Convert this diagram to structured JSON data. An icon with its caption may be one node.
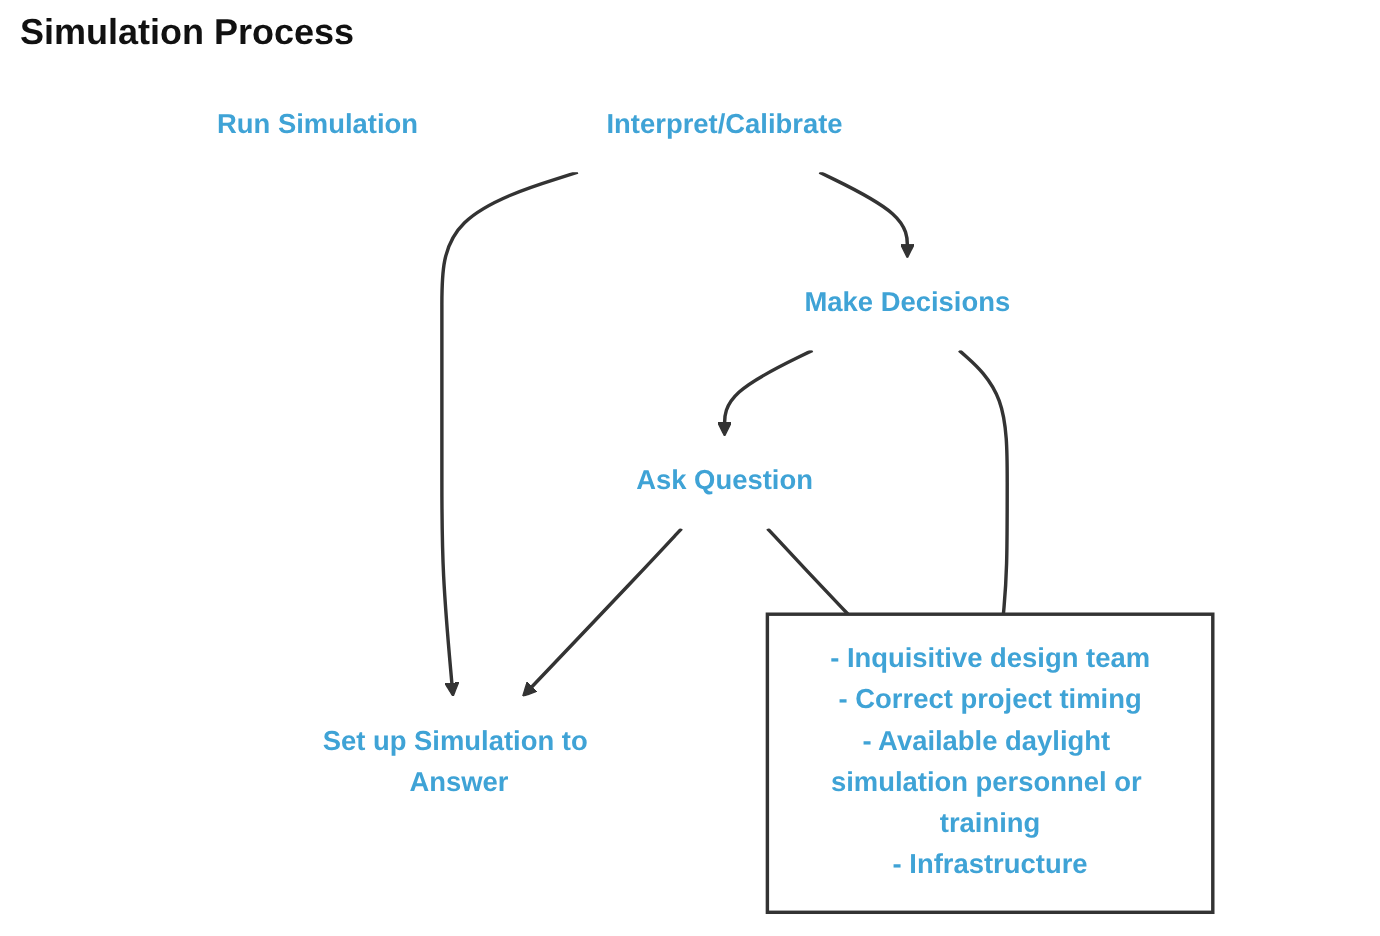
{
  "diagram": {
    "title": "Simulation Process",
    "nodes": [
      {
        "text": [
          "Ask Question"
        ]
      },
      {
        "text": [
          "Set up Simulation to Answer"
        ]
      },
      {
        "text": [
          "Run Simulation"
        ]
      },
      {
        "text": [
          "Interpret/Calibrate"
        ]
      },
      {
        "text": [
          "Make Decisions"
        ]
      },
      {
        "text": [
          "- Inquisitive design team",
          "- Correct project timing",
          "- Available daylight simulation personnel or training",
          "- Infrastructure"
        ]
      }
    ],
    "edges": [
      {
        "from": 4,
        "to": 0,
        "arrow": "to"
      },
      {
        "from": 0,
        "to": 1,
        "arrow": "to"
      },
      {
        "from": 3,
        "to": 1,
        "arrow": "to"
      },
      {
        "from": 3,
        "to": 4,
        "arrow": "to"
      },
      {
        "from": 0,
        "to": 5,
        "arrow": "none"
      },
      {
        "from": 4,
        "to": 5,
        "arrow": "none"
      }
    ]
  }
}
